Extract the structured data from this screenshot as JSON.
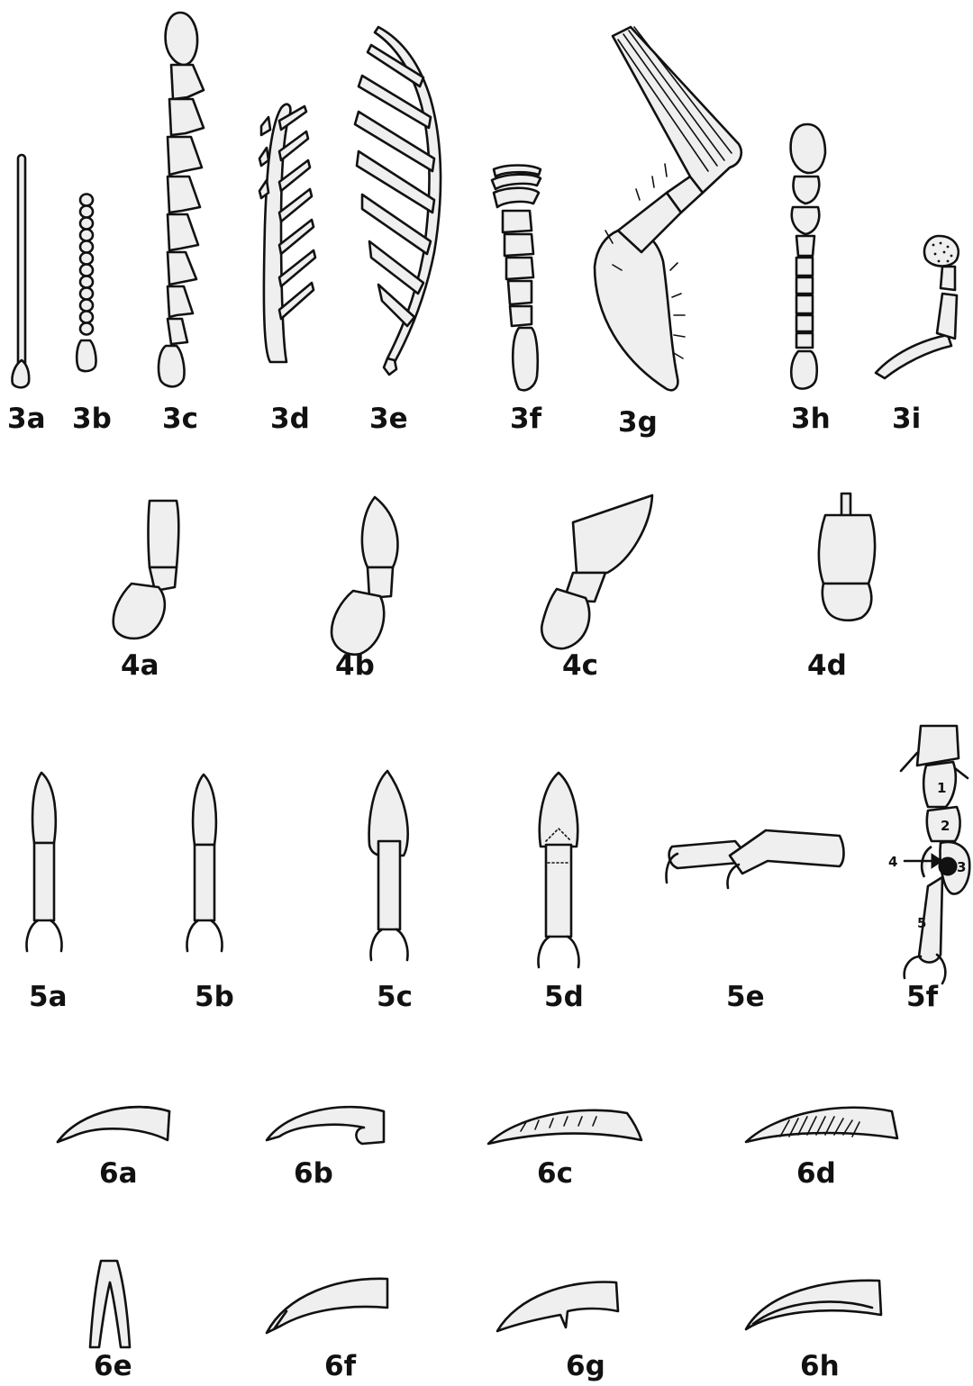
{
  "figure_labels": {
    "l3a": "3a",
    "l3b": "3b",
    "l3c": "3c",
    "l3d": "3d",
    "l3e": "3e",
    "l3f": "3f",
    "l3g": "3g",
    "l3h": "3h",
    "l3i": "3i",
    "l4a": "4a",
    "l4b": "4b",
    "l4c": "4c",
    "l4d": "4d",
    "l5a": "5a",
    "l5b": "5b",
    "l5c": "5c",
    "l5d": "5d",
    "l5e": "5e",
    "l5f": "5f",
    "l6a": "6a",
    "l6b": "6b",
    "l6c": "6c",
    "l6d": "6d",
    "l6e": "6e",
    "l6f": "6f",
    "l6g": "6g",
    "l6h": "6h"
  },
  "tarsal_numbers": [
    "1",
    "2",
    "3",
    "4",
    "5"
  ],
  "colors": {
    "ink": "#111111",
    "fill": "#efefef",
    "background": "#ffffff"
  }
}
